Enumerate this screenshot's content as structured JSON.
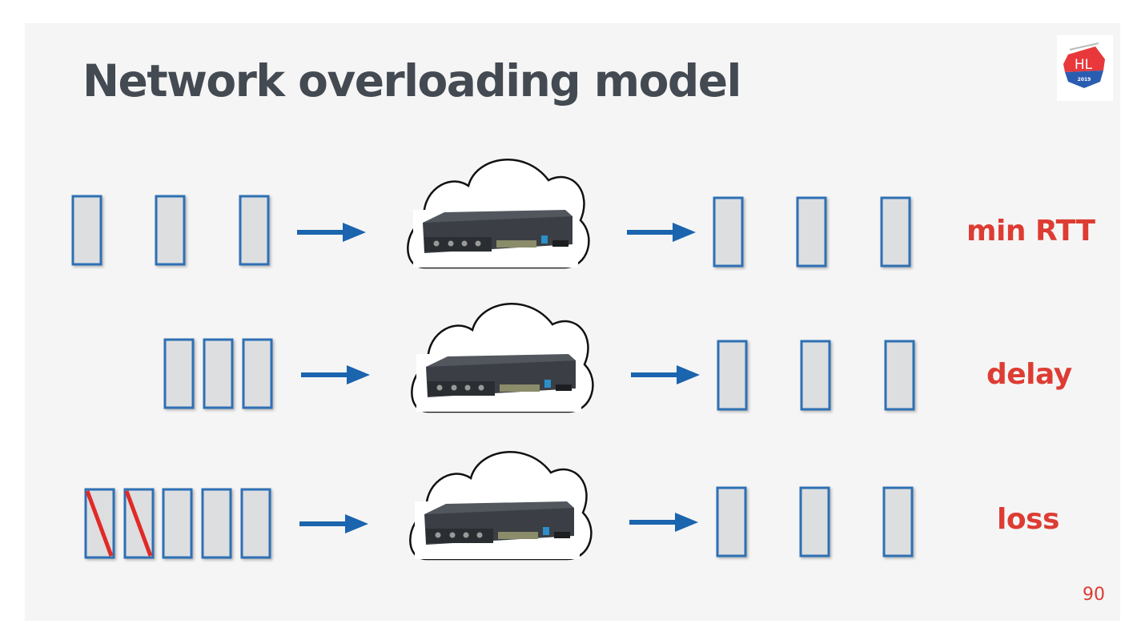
{
  "slide": {
    "title": "Network overloading model",
    "page_number": "90",
    "logo": {
      "text": "HL",
      "year": "2019",
      "colors": {
        "top": "#e8383b",
        "bottom": "#2a5db0"
      }
    }
  },
  "colors": {
    "packet_fill": "#dcdee0",
    "packet_stroke": "#2e6fb4",
    "arrow": "#1b64ae",
    "drop_mark": "#e02a27",
    "label": "#dd3c33",
    "title": "#444a52",
    "background": "#f5f5f5"
  },
  "rows": [
    {
      "label": "min RTT",
      "input_packets": 3,
      "input_spacing": "spaced",
      "dropped": 0,
      "output_packets": 3
    },
    {
      "label": "delay",
      "input_packets": 3,
      "input_spacing": "queued",
      "dropped": 0,
      "output_packets": 3
    },
    {
      "label": "loss",
      "input_packets": 5,
      "input_spacing": "queued",
      "dropped": 2,
      "output_packets": 3
    }
  ],
  "icons": {
    "router": "router-in-cloud-icon",
    "arrow": "arrow-right-icon",
    "packet": "packet-icon"
  }
}
